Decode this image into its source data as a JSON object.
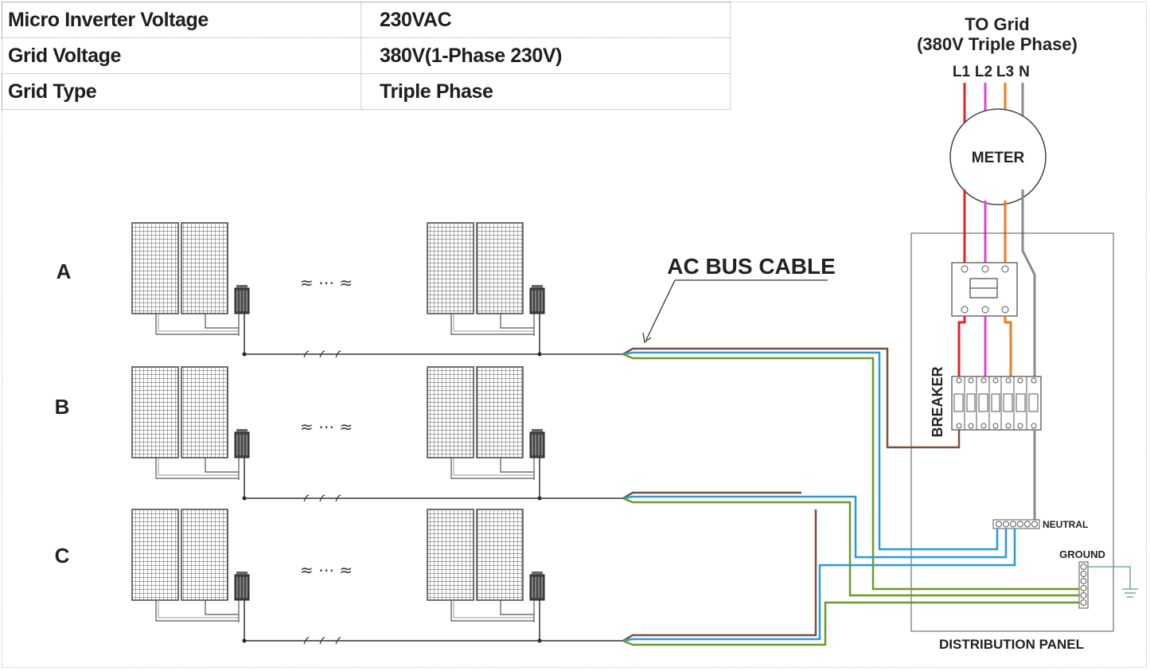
{
  "table": {
    "rows": [
      {
        "label": "Micro Inverter Voltage",
        "value": "230VAC"
      },
      {
        "label": "Grid  Voltage",
        "value": "380V(1-Phase 230V)"
      },
      {
        "label": "Grid Type",
        "value": "Triple Phase"
      }
    ]
  },
  "grid": {
    "title": "TO Grid",
    "subtitle": "(380V Triple Phase)",
    "phases": [
      "L1",
      "L2",
      "L3",
      "N"
    ]
  },
  "meter": {
    "label": "METER"
  },
  "breaker": {
    "label": "BREAKER"
  },
  "neutral": {
    "label": "NEUTRAL"
  },
  "ground": {
    "label": "GROUND"
  },
  "panel": {
    "label": "DISTRIBUTION PANEL"
  },
  "bus": {
    "label": "AC BUS CABLE"
  },
  "branches": [
    "A",
    "B",
    "C"
  ],
  "ellipsis": "≈ ⋯ ≈",
  "colors": {
    "l1": "#e8202a",
    "l2": "#e040e0",
    "l3": "#f07a1c",
    "neutral": "#8a8a8a",
    "brown": "#7a5040",
    "blue": "#2a9ad8",
    "green": "#6a9a2a",
    "ground": "#5aa07a"
  }
}
